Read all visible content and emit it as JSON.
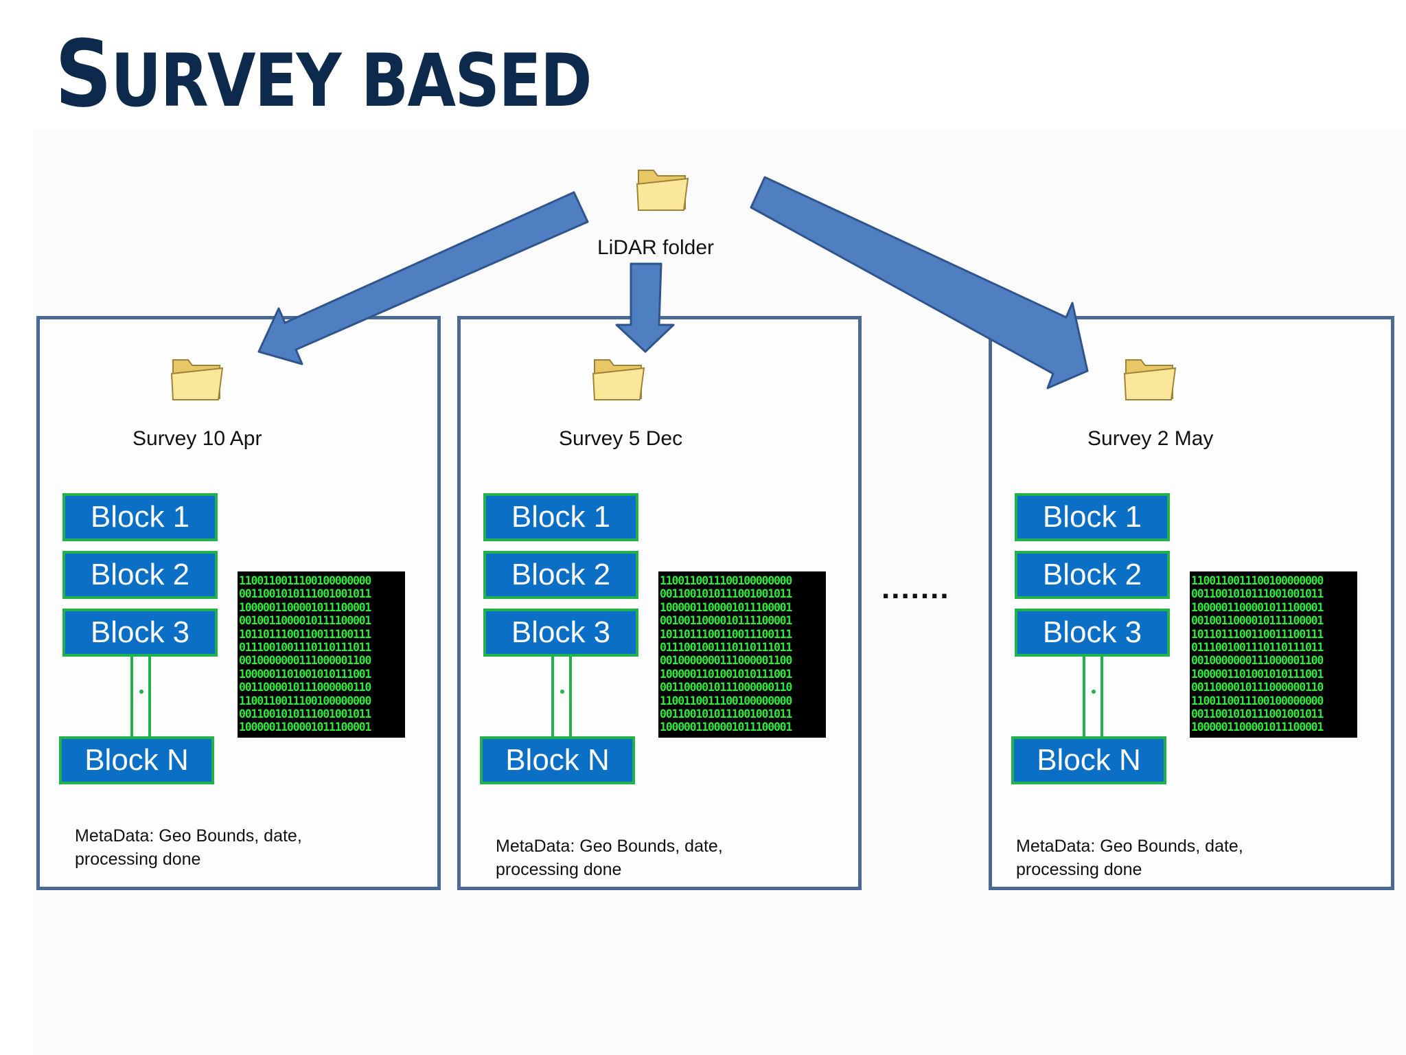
{
  "title": {
    "first_letter": "S",
    "rest_first": "URVEY",
    "second": "BASED"
  },
  "root": {
    "label": "LiDAR folder",
    "icon": "folder-icon"
  },
  "ellipsis": ".......",
  "colors": {
    "title": "#0d2a4d",
    "arrow": "#4f7fc0",
    "panel_border": "#4a6a95",
    "block_fill": "#0b6fc6",
    "block_border": "#22b24c",
    "binary_text": "#2fe93b"
  },
  "surveys": [
    {
      "label": "Survey 10 Apr",
      "blocks": [
        "Block 1",
        "Block 2",
        "Block 3"
      ],
      "last_block": "Block N",
      "meta_line1": "MetaData: Geo Bounds, date,",
      "meta_line2": "processing done"
    },
    {
      "label": "Survey 5 Dec",
      "blocks": [
        "Block 1",
        "Block 2",
        "Block 3"
      ],
      "last_block": "Block N",
      "meta_line1": "MetaData: Geo Bounds, date,",
      "meta_line2": "processing done"
    },
    {
      "label": "Survey 2 May",
      "blocks": [
        "Block 1",
        "Block 2",
        "Block 3"
      ],
      "last_block": "Block N",
      "meta_line1": "MetaData: Geo Bounds, date,",
      "meta_line2": "processing done"
    }
  ]
}
